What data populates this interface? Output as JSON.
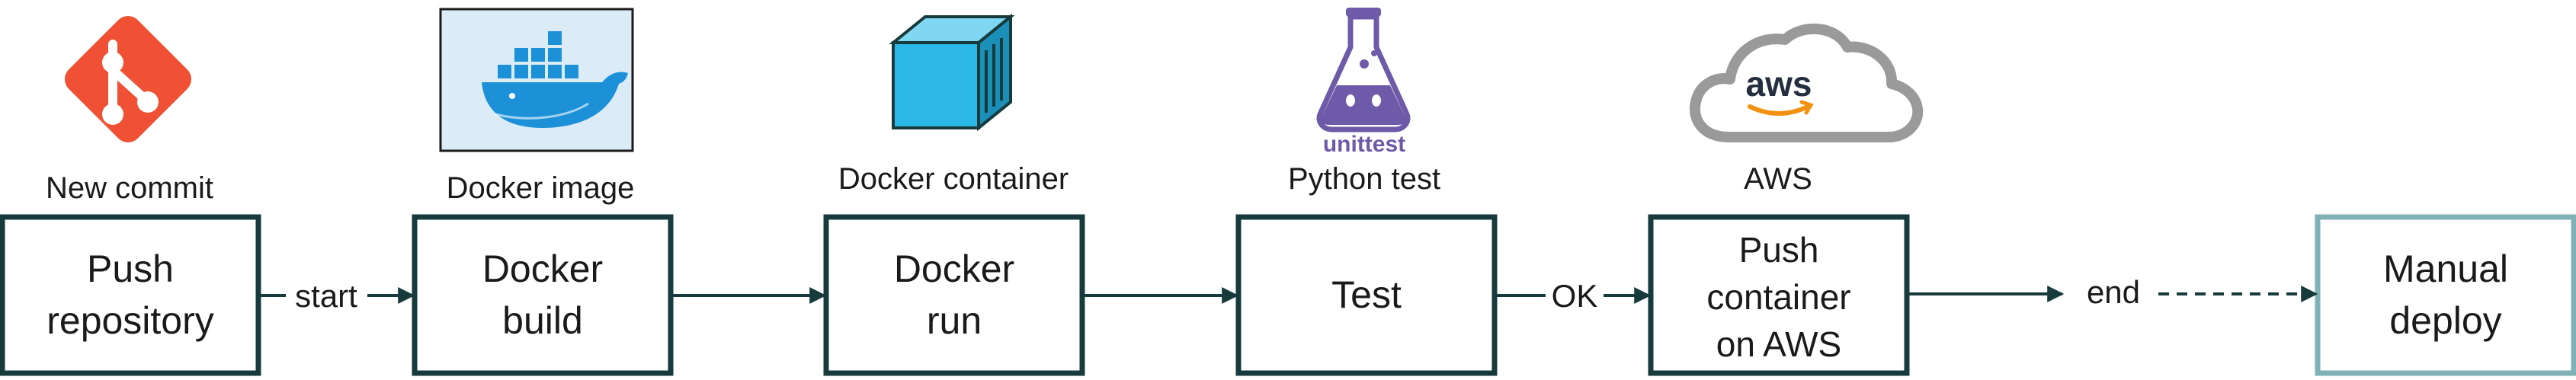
{
  "colors": {
    "box_border": "#173b3c",
    "box_border_faded": "#7fb1b6",
    "arrow": "#173b3c",
    "git": "#f05033",
    "docker_blue": "#1d91d8",
    "docker_image_bg": "#dcecf7",
    "container": "#2bb8e6",
    "unittest_purple": "#6d5aa8",
    "aws_gray": "#9a9a9a",
    "aws_orange": "#f29111"
  },
  "steps": [
    {
      "icon": "git-icon",
      "caption": "New commit",
      "lines": [
        "Push",
        "repository"
      ]
    },
    {
      "icon": "docker-whale-icon",
      "caption": "Docker image",
      "lines": [
        "Docker",
        "build"
      ]
    },
    {
      "icon": "docker-container-icon",
      "caption": "Docker container",
      "lines": [
        "Docker",
        "run"
      ]
    },
    {
      "icon": "unittest-flask-icon",
      "caption": "Python test",
      "lines": [
        "Test"
      ]
    },
    {
      "icon": "aws-cloud-icon",
      "caption": "AWS",
      "lines": [
        "Push",
        "container",
        "on AWS"
      ]
    },
    {
      "icon": "",
      "caption": "",
      "lines": [
        "Manual",
        "deploy"
      ]
    }
  ],
  "edges": [
    {
      "label": "start",
      "style": "solid"
    },
    {
      "label": "",
      "style": "solid"
    },
    {
      "label": "",
      "style": "solid"
    },
    {
      "label": "OK",
      "style": "solid"
    },
    {
      "label": "end",
      "style": "dashed"
    }
  ],
  "icon_text": {
    "unittest": "unittest",
    "aws": "aws"
  }
}
